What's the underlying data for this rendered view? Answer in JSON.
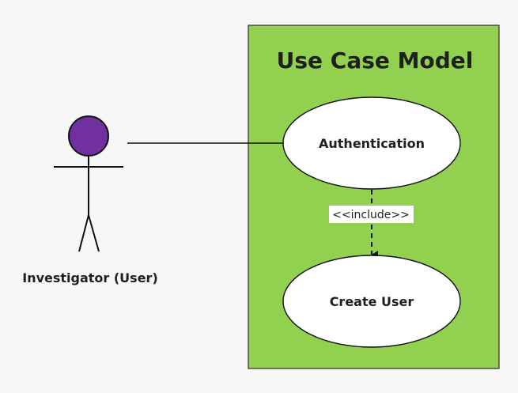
{
  "system": {
    "title": "Use Case Model",
    "fill_color": "#92d050"
  },
  "actor": {
    "label": "Investigator (User)",
    "head_color": "#7030a0"
  },
  "use_cases": {
    "authentication": "Authentication",
    "create_user": "Create User"
  },
  "relationship": {
    "label": "<<include>>"
  }
}
